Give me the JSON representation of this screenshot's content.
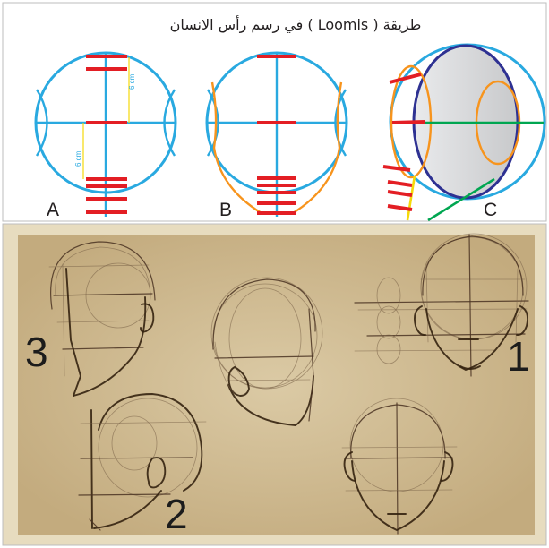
{
  "title": "طريقة ( Loomis ) في رسم رأس الانسان",
  "diagrams": [
    {
      "label": "A",
      "measurements": [
        "6 cm.",
        "6 cm."
      ]
    },
    {
      "label": "B"
    },
    {
      "label": "C"
    }
  ],
  "sketch_numbers": [
    "1",
    "2",
    "3"
  ],
  "colors": {
    "guide_circle": "#29a9e0",
    "marker": "#e31e24",
    "jaw": "#f7941d",
    "sphere": "#2e3192",
    "axis": "#00a651",
    "measure": "#f5d90a",
    "paper": "#cdb78d",
    "pencil": "#4a3322"
  }
}
